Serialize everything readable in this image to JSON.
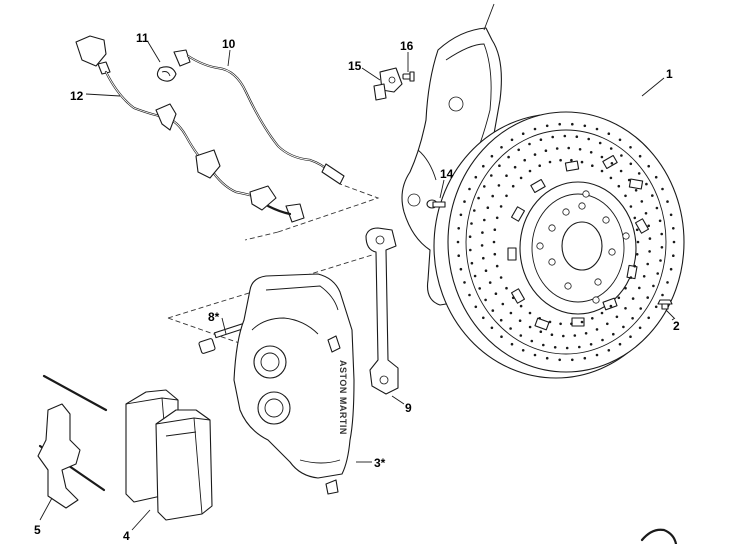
{
  "callouts": {
    "c1": "1",
    "c2": "2",
    "c3": "3*",
    "c4": "4",
    "c5": "5",
    "c8": "8*",
    "c9": "9",
    "c10": "10",
    "c11": "11",
    "c12": "12",
    "c14": "14",
    "c15": "15",
    "c16": "16"
  },
  "caliper_engraving": "ASTON MARTIN"
}
